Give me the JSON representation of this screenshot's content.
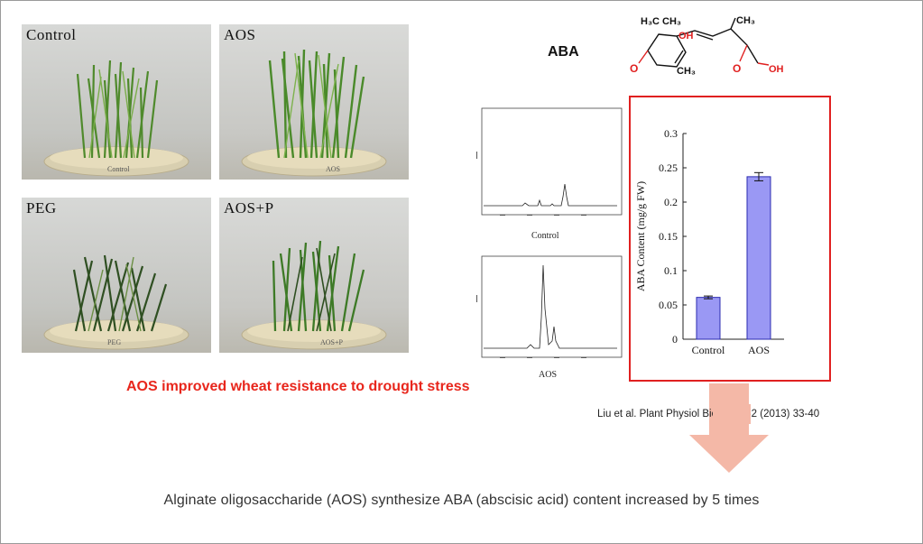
{
  "photos": [
    {
      "label": "Control",
      "plate_text": "Control"
    },
    {
      "label": "AOS",
      "plate_text": "AOS"
    },
    {
      "label": "PEG",
      "plate_text": "PEG"
    },
    {
      "label": "AOS+P",
      "plate_text": "AOS+P"
    }
  ],
  "structure": {
    "label": "ABA",
    "atoms": {
      "h3c_ch3": "H₃C  CH₃",
      "ch3_top": "CH₃",
      "oh": "OH",
      "ch3_ring": "CH₃",
      "o_left": "O",
      "o_acid": "O",
      "oh_acid": "OH"
    }
  },
  "hplc": {
    "top_caption": "Control",
    "bottom_caption": "AOS"
  },
  "chart_data": {
    "type": "bar",
    "categories": [
      "Control",
      "AOS"
    ],
    "values": [
      0.061,
      0.237
    ],
    "errors": [
      0.002,
      0.006
    ],
    "ylabel": "ABA Content (mg/g FW)",
    "ylim": [
      0,
      0.3
    ],
    "yticks": [
      "0",
      "0.05",
      "0.1",
      "0.15",
      "0.2",
      "0.25",
      "0.3"
    ],
    "bar_color": "#9a98f4",
    "bar_edge": "#2b2bb0"
  },
  "caption": "AOS improved wheat resistance to drought stress",
  "citation": "Liu et al. Plant Physiol Biochem 62 (2013) 33-40",
  "summary": "Alginate oligosaccharide (AOS) synthesize ABA (abscisic acid) content increased by 5 times",
  "colors": {
    "caption_red": "#e8261c",
    "arrow": "#f4b8a7",
    "box_border": "#e02020"
  }
}
